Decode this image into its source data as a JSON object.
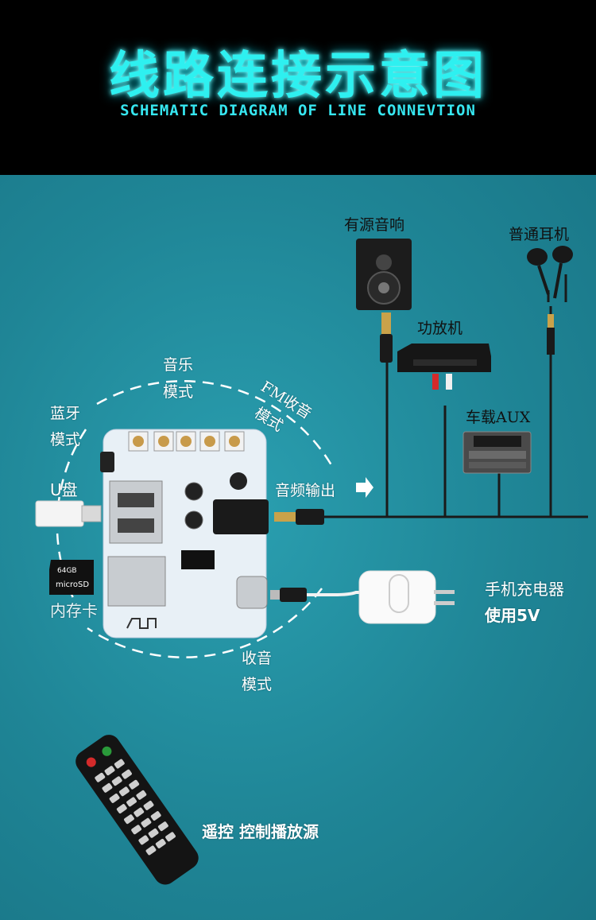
{
  "header": {
    "title": "线路连接示意图",
    "subtitle": "SCHEMATIC DIAGRAM OF LINE CONNEVTION"
  },
  "modes": {
    "music_line1": "音乐",
    "music_line2": "模式",
    "bluetooth_line1": "蓝牙",
    "bluetooth_line2": "模式",
    "fm_line1": "FM收音",
    "fm_line2": "模式",
    "radio_line1": "收音",
    "radio_line2": "模式"
  },
  "media": {
    "usb": "U盘",
    "card": "内存卡",
    "card_capacity": "64GB"
  },
  "outputs": {
    "audio_out": "音频输出",
    "active_speaker": "有源音响",
    "earphones": "普通耳机",
    "amplifier": "功放机",
    "car_aux": "车载AUX"
  },
  "power": {
    "line1": "手机充电器",
    "line2": "使用5V"
  },
  "remote": {
    "label": "遥控  控制播放源"
  },
  "colors": {
    "header_bg": "#000000",
    "title_cyan": "#2ef0f0",
    "panel_bg": "#1f8596"
  }
}
